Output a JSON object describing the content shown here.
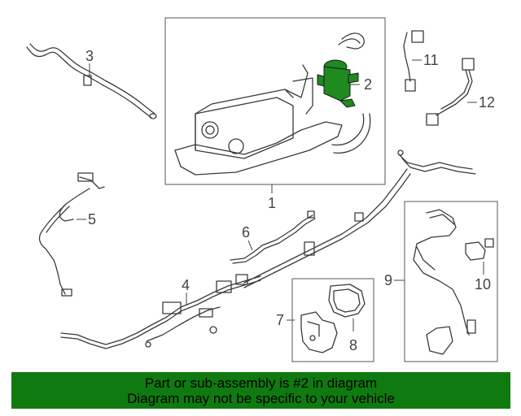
{
  "callouts": {
    "c1": "1",
    "c2": "2",
    "c3": "3",
    "c4": "4",
    "c5": "5",
    "c6": "6",
    "c7": "7",
    "c8": "8",
    "c9": "9",
    "c10": "10",
    "c11": "11",
    "c12": "12"
  },
  "highlight_color": "#1f8a1f",
  "footer": {
    "line1": "Part or sub-assembly is #2 in diagram",
    "line2": "Diagram may not be specific to your vehicle",
    "background": "#0f7a10"
  }
}
